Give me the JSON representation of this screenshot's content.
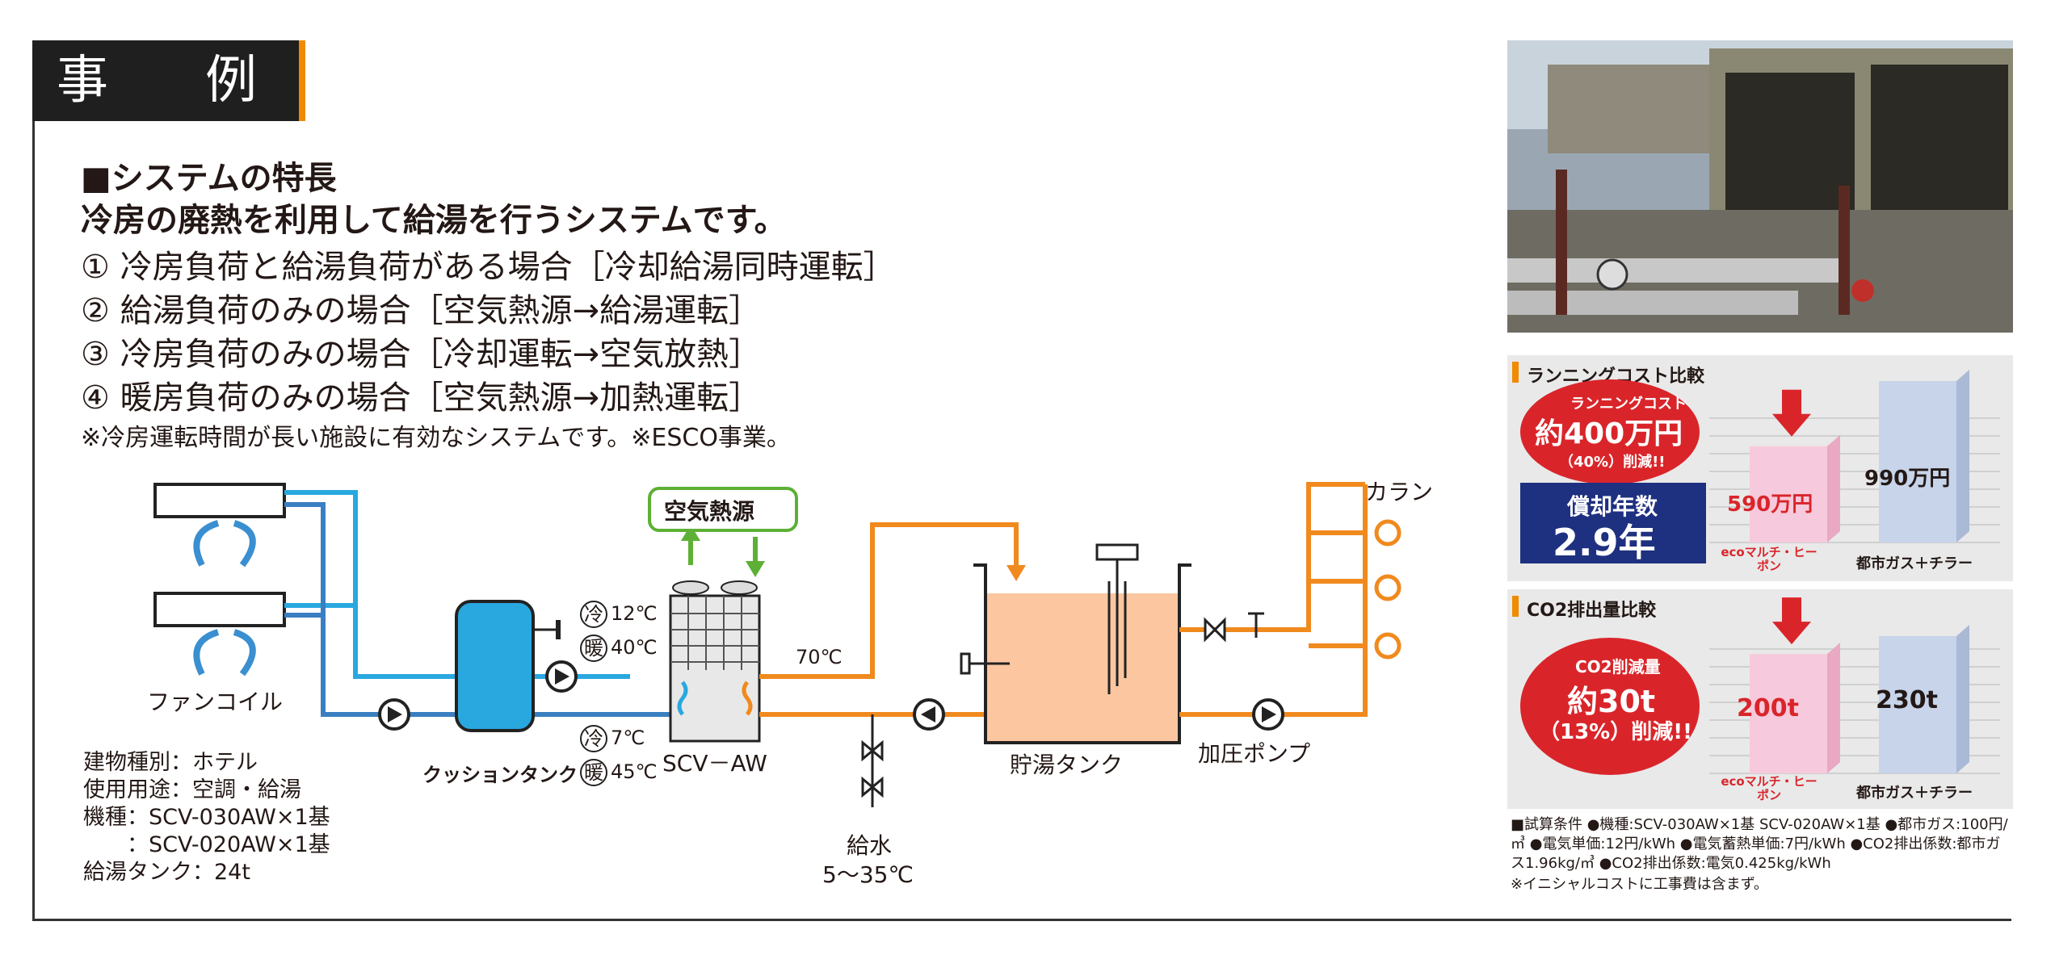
{
  "title": "事　例",
  "features": {
    "heading": "■システムの特長",
    "subheading": "冷房の廃熱を利用して給湯を行うシステムです。",
    "items": [
      "① 冷房負荷と給湯負荷がある場合［冷却給湯同時運転］",
      "② 給湯負荷のみの場合［空気熱源→給湯運転］",
      "③ 冷房負荷のみの場合［冷却運転→空気放熱］",
      "④ 暖房負荷のみの場合［空気熱源→加熱運転］"
    ],
    "note": "※冷房運転時間が長い施設に有効なシステムです。※ESCO事業。"
  },
  "diagram": {
    "fan_coil": "ファンコイル",
    "cushion_tank": "クッションタンク",
    "air_source": "空気熱源",
    "unit": "SCV－AW",
    "cool_symbol": "冷",
    "warm_symbol": "暖",
    "temp_cool_top": "12℃",
    "temp_warm_top": "40℃",
    "temp_cool_bottom": "7℃",
    "temp_warm_bottom": "45℃",
    "temp_70": "70℃",
    "storage_tank": "貯湯タンク",
    "booster_pump": "加圧ポンプ",
    "faucet": "カラン",
    "water_supply": "給水",
    "water_temp": "5〜35℃",
    "colors": {
      "cold_pipe": "#29a8e0",
      "return_pipe": "#3a7fc1",
      "hot_pipe": "#f08a1e",
      "tank_fill": "#fbc6a0",
      "air_box": "#5db035"
    }
  },
  "specs": [
    "建物種別：ホテル",
    "使用用途：空調・給湯",
    "機種：SCV-030AW×1基",
    "　　：SCV-020AW×1基",
    "給湯タンク：24t"
  ],
  "running_cost": {
    "title": "ランニングコスト比較",
    "bubble_line1": "ランニングコスト",
    "bubble_line2": "約400万円",
    "bubble_line3": "（40%）削減!!",
    "payback_label": "償却年数",
    "payback_value": "2.9年",
    "eco_value": "590万円",
    "gas_value": "990万円",
    "eco_label": "ecoマルチ・ヒーポン",
    "gas_label": "都市ガス＋チラー"
  },
  "co2": {
    "title": "CO2排出量比較",
    "bubble_line1": "CO2削減量",
    "bubble_line2": "約30t",
    "bubble_line3": "（13%）削減!!",
    "eco_value": "200t",
    "gas_value": "230t",
    "eco_label": "ecoマルチ・ヒーポン",
    "gas_label": "都市ガス＋チラー"
  },
  "chart_data": [
    {
      "type": "bar",
      "title": "ランニングコスト比較",
      "categories": [
        "ecoマルチ・ヒーポン",
        "都市ガス＋チラー"
      ],
      "values": [
        590,
        990
      ],
      "unit": "万円"
    },
    {
      "type": "bar",
      "title": "CO2排出量比較",
      "categories": [
        "ecoマルチ・ヒーポン",
        "都市ガス＋チラー"
      ],
      "values": [
        200,
        230
      ],
      "unit": "t"
    }
  ],
  "footnote": {
    "line1": "■試算条件 ●機種:SCV-030AW×1基 SCV-020AW×1基 ●都市ガス:100円/㎥ ●電気単価:12円/kWh ●電気蓄熱単価:7円/kWh ●CO2排出係数:都市ガス1.96kg/㎥ ●CO2排出係数:電気0.425kg/kWh",
    "line2": "※イニシャルコストに工事費は含まず。"
  }
}
